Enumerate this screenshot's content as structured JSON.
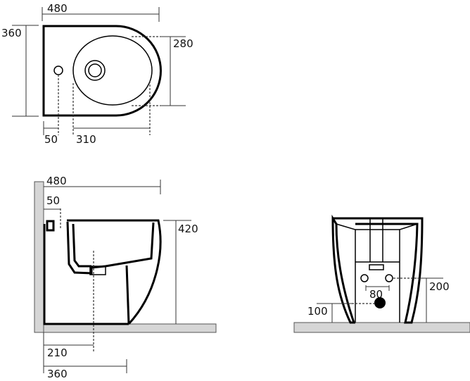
{
  "title": "Bidet dimensions drawing",
  "top_view": {
    "width": "480",
    "depth": "360",
    "bowl_width": "280",
    "hole_offset": "50",
    "bowl_length": "310"
  },
  "side_view": {
    "width": "480",
    "hole_offset": "50",
    "height": "420",
    "drain_offset": "210",
    "base_depth": "360"
  },
  "front_view": {
    "inlet_height": "200",
    "inlet_spacing": "80",
    "drain_height": "100"
  },
  "colors": {
    "line": "#000000",
    "wall": "#d6d6d6"
  }
}
